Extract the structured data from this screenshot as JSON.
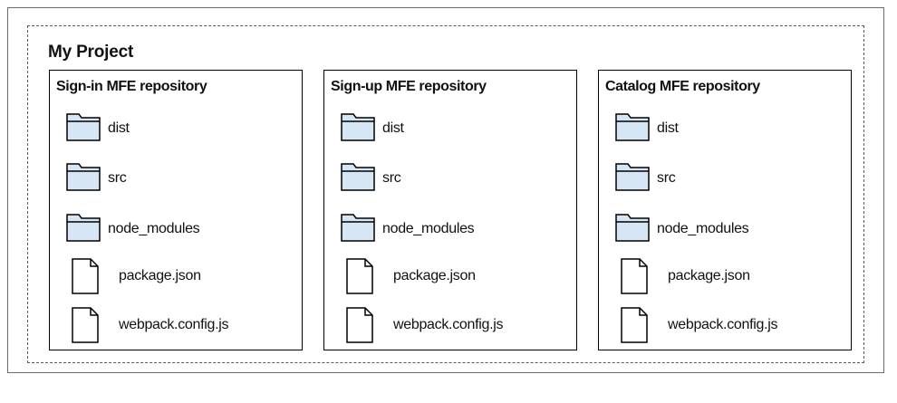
{
  "project": {
    "title": "My Project",
    "repositories": [
      {
        "title": "Sign-in MFE repository",
        "items": [
          {
            "type": "folder",
            "label": "dist"
          },
          {
            "type": "folder",
            "label": "src"
          },
          {
            "type": "folder",
            "label": "node_modules"
          },
          {
            "type": "file",
            "label": "package.json"
          },
          {
            "type": "file",
            "label": "webpack.config.js"
          }
        ]
      },
      {
        "title": "Sign-up MFE repository",
        "items": [
          {
            "type": "folder",
            "label": "dist"
          },
          {
            "type": "folder",
            "label": "src"
          },
          {
            "type": "folder",
            "label": "node_modules"
          },
          {
            "type": "file",
            "label": "package.json"
          },
          {
            "type": "file",
            "label": "webpack.config.js"
          }
        ]
      },
      {
        "title": "Catalog MFE repository",
        "items": [
          {
            "type": "folder",
            "label": "dist"
          },
          {
            "type": "folder",
            "label": "src"
          },
          {
            "type": "folder",
            "label": "node_modules"
          },
          {
            "type": "file",
            "label": "package.json"
          },
          {
            "type": "file",
            "label": "webpack.config.js"
          }
        ]
      }
    ]
  },
  "icons": {
    "folder": "folder-icon",
    "file": "file-icon"
  },
  "colors": {
    "folder_fill": "#d6e6f4",
    "outline": "#000000",
    "dashed_border": "#5a5a5a"
  }
}
